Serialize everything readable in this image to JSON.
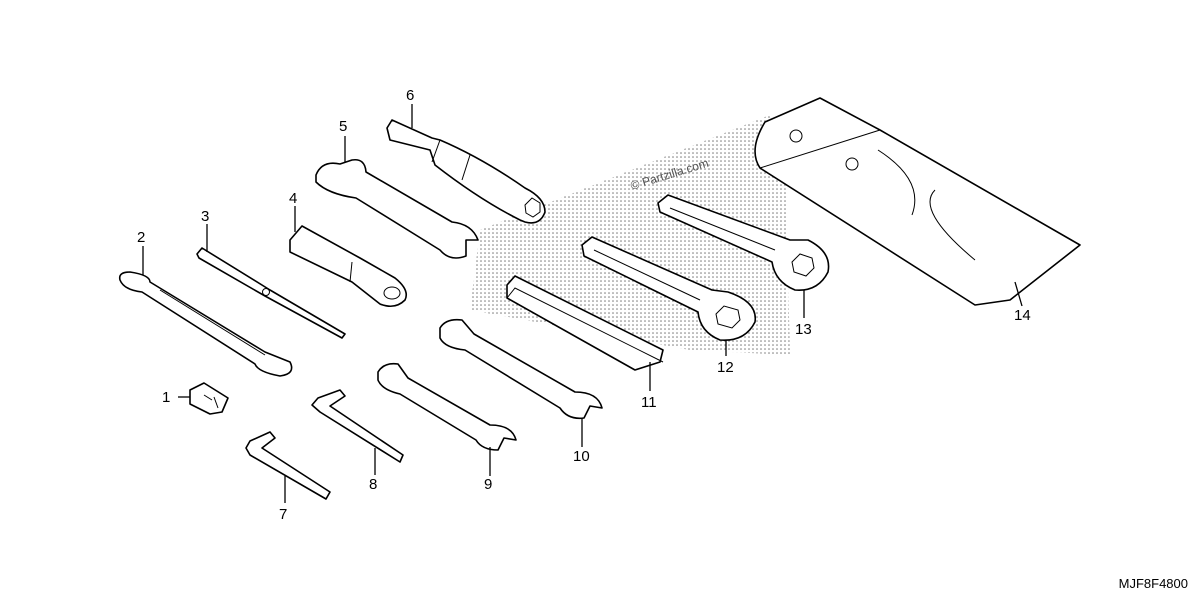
{
  "diagram": {
    "watermark": "© Partzilla.com",
    "code": "MJF8F4800",
    "labels": [
      "1",
      "2",
      "3",
      "4",
      "5",
      "6",
      "7",
      "8",
      "9",
      "10",
      "11",
      "12",
      "13",
      "14"
    ]
  }
}
